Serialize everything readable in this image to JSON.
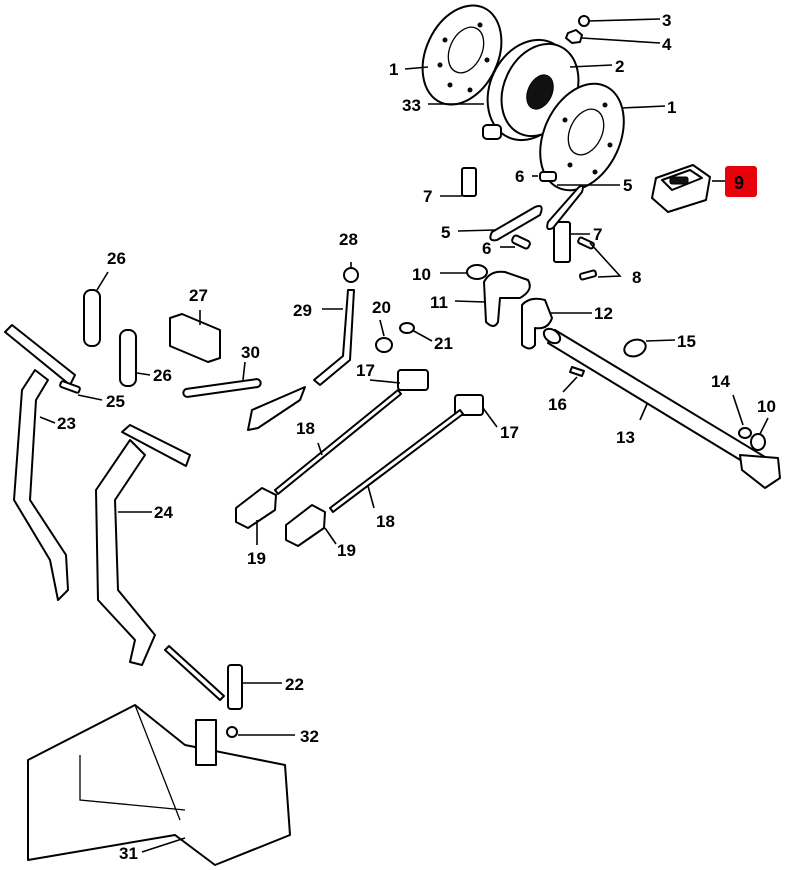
{
  "diagram": {
    "title": "Exploded parts diagram - pedal, brake and linkage assembly",
    "highlight_color": "#e8000b",
    "highlighted_callout": "9",
    "callouts": [
      {
        "id": "c1a",
        "label": "1",
        "part": "brake-disc-upper"
      },
      {
        "id": "c1b",
        "label": "1",
        "part": "brake-disc-lower"
      },
      {
        "id": "c2",
        "label": "2",
        "part": "brake-housing"
      },
      {
        "id": "c3",
        "label": "3",
        "part": "ball"
      },
      {
        "id": "c4",
        "label": "4",
        "part": "nut"
      },
      {
        "id": "c33",
        "label": "33",
        "part": "housing-ring"
      },
      {
        "id": "c5a",
        "label": "5",
        "part": "link-right"
      },
      {
        "id": "c5b",
        "label": "5",
        "part": "link-left"
      },
      {
        "id": "c6a",
        "label": "6",
        "part": "pin-upper"
      },
      {
        "id": "c6b",
        "label": "6",
        "part": "pin-lower"
      },
      {
        "id": "c7a",
        "label": "7",
        "part": "bracket-left"
      },
      {
        "id": "c7b",
        "label": "7",
        "part": "bracket-right"
      },
      {
        "id": "c8",
        "label": "8",
        "part": "bolts"
      },
      {
        "id": "c9",
        "label": "9",
        "part": "brake-pad"
      },
      {
        "id": "c10a",
        "label": "10",
        "part": "washer-left"
      },
      {
        "id": "c10b",
        "label": "10",
        "part": "washer-right"
      },
      {
        "id": "c11",
        "label": "11",
        "part": "lever-arm"
      },
      {
        "id": "c12",
        "label": "12",
        "part": "lever-arm-shaft"
      },
      {
        "id": "c13",
        "label": "13",
        "part": "cross-shaft"
      },
      {
        "id": "c14",
        "label": "14",
        "part": "ring"
      },
      {
        "id": "c15",
        "label": "15",
        "part": "bushing"
      },
      {
        "id": "c16",
        "label": "16",
        "part": "key"
      },
      {
        "id": "c17a",
        "label": "17",
        "part": "clevis-upper"
      },
      {
        "id": "c17b",
        "label": "17",
        "part": "clevis-lower"
      },
      {
        "id": "c18a",
        "label": "18",
        "part": "rod-upper"
      },
      {
        "id": "c18b",
        "label": "18",
        "part": "rod-lower"
      },
      {
        "id": "c19a",
        "label": "19",
        "part": "yoke-left"
      },
      {
        "id": "c19b",
        "label": "19",
        "part": "yoke-right"
      },
      {
        "id": "c20",
        "label": "20",
        "part": "bushing-small"
      },
      {
        "id": "c21",
        "label": "21",
        "part": "spring-washer"
      },
      {
        "id": "c22",
        "label": "22",
        "part": "pivot-arm"
      },
      {
        "id": "c23",
        "label": "23",
        "part": "pedal-left"
      },
      {
        "id": "c24",
        "label": "24",
        "part": "pedal-right"
      },
      {
        "id": "c25",
        "label": "25",
        "part": "pedal-pin"
      },
      {
        "id": "c26a",
        "label": "26",
        "part": "spring-upper"
      },
      {
        "id": "c26b",
        "label": "26",
        "part": "spring-lower"
      },
      {
        "id": "c27",
        "label": "27",
        "part": "block"
      },
      {
        "id": "c28",
        "label": "28",
        "part": "knob"
      },
      {
        "id": "c29",
        "label": "29",
        "part": "lever-rod"
      },
      {
        "id": "c30",
        "label": "30",
        "part": "extension-spring"
      },
      {
        "id": "c31",
        "label": "31",
        "part": "mounting-bracket"
      },
      {
        "id": "c32",
        "label": "32",
        "part": "clip"
      }
    ]
  }
}
